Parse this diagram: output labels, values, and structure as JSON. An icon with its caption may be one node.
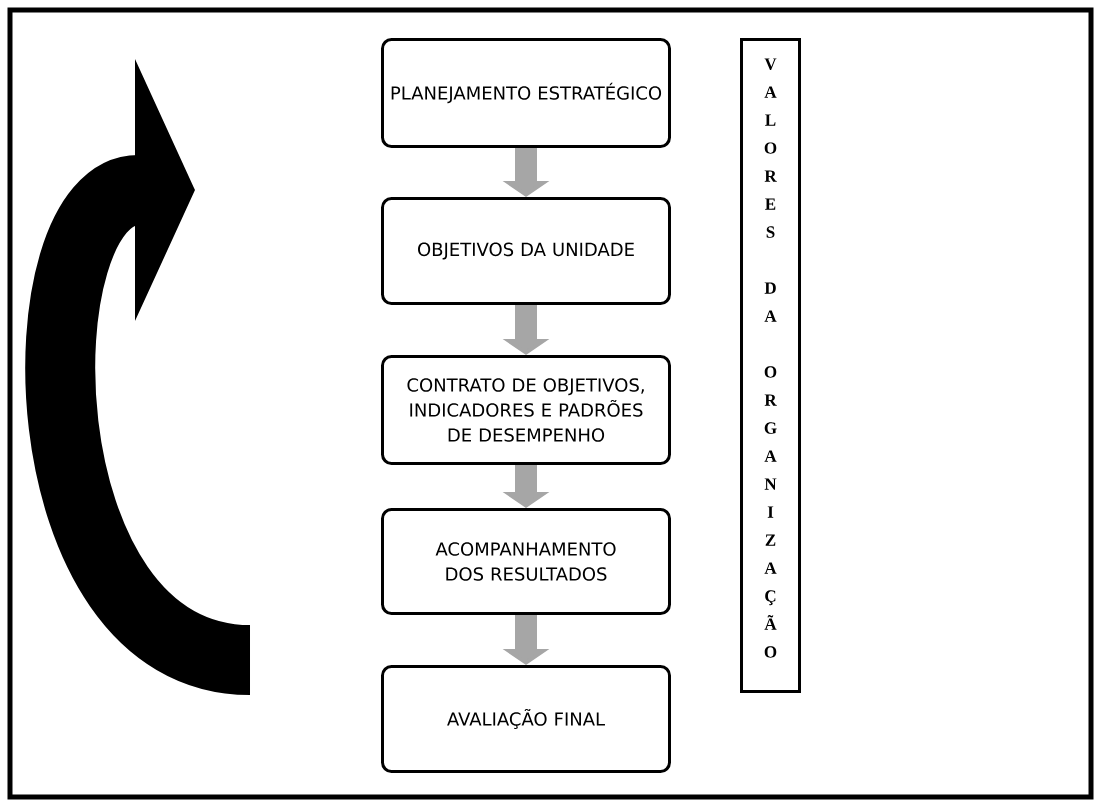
{
  "diagram": {
    "nodes": [
      {
        "text": [
          "PLANEJAMENTO ESTRATÉGICO"
        ]
      },
      {
        "text": [
          "OBJETIVOS DA UNIDADE"
        ]
      },
      {
        "text": [
          "CONTRATO DE OBJETIVOS, INDICADORES E PADRÕES DE DESEMPENHO"
        ]
      },
      {
        "text": [
          "ACOMPANHAMENTO DOS RESULTADOS"
        ]
      },
      {
        "text": [
          "AVALIAÇÃO FINAL"
        ]
      },
      {
        "text": [
          "VALORES DA ORGANIZAÇÃO"
        ]
      }
    ],
    "edges": [
      {
        "from": 0,
        "to": 1,
        "arrow": "to"
      },
      {
        "from": 1,
        "to": 2,
        "arrow": "to"
      },
      {
        "from": 2,
        "to": 3,
        "arrow": "to"
      },
      {
        "from": 3,
        "to": 4,
        "arrow": "to"
      }
    ]
  }
}
